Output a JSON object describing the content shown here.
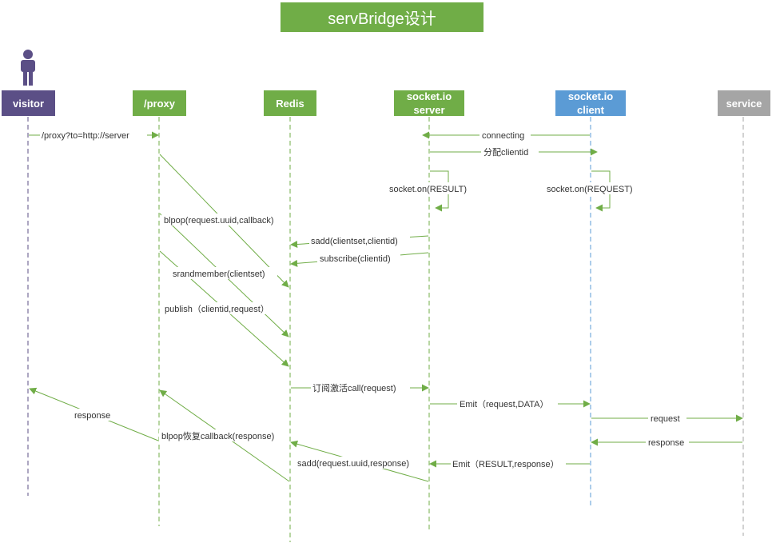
{
  "title": "servBridge设计",
  "colors": {
    "title_bg": "#70ad47",
    "arrow": "#70ad47",
    "visitor": "#5b4f86",
    "green": "#70ad47",
    "client": "#5b9bd5",
    "service": "#a5a5a5"
  },
  "icons": {
    "visitor": "person-icon"
  },
  "actors": [
    {
      "id": "visitor",
      "label": "visitor"
    },
    {
      "id": "proxy",
      "label": "/proxy"
    },
    {
      "id": "redis",
      "label": "Redis"
    },
    {
      "id": "server",
      "label": "socket.io\nserver"
    },
    {
      "id": "client",
      "label": "socket.io\nclient"
    },
    {
      "id": "service",
      "label": "service"
    }
  ],
  "messages": [
    {
      "id": "proxy-request",
      "label": "/proxy?to=http://server"
    },
    {
      "id": "connecting",
      "label": "connecting"
    },
    {
      "id": "assign-clientid",
      "label": "分配clientid"
    },
    {
      "id": "server-on-result",
      "label": "socket.on(RESULT)"
    },
    {
      "id": "client-on-request",
      "label": "socket.on(REQUEST)"
    },
    {
      "id": "blpop-request",
      "label": "blpop(request.uuid,callback)"
    },
    {
      "id": "sadd-clientset",
      "label": "sadd(clientset,clientid)"
    },
    {
      "id": "subscribe",
      "label": "subscribe(clientid)"
    },
    {
      "id": "srandmember",
      "label": "srandmember(clientset)"
    },
    {
      "id": "publish",
      "label": "publish（clientid,request）"
    },
    {
      "id": "subscribe-activate",
      "label": "订阅激活call(request)"
    },
    {
      "id": "emit-request",
      "label": "Emit（request,DATA）"
    },
    {
      "id": "service-request",
      "label": "request"
    },
    {
      "id": "visitor-response",
      "label": "response"
    },
    {
      "id": "blpop-callback",
      "label": "blpop恢复callback(response)"
    },
    {
      "id": "service-response",
      "label": "response"
    },
    {
      "id": "sadd-response",
      "label": "sadd(request.uuid,response)"
    },
    {
      "id": "emit-result",
      "label": "Emit（RESULT,response）"
    }
  ]
}
